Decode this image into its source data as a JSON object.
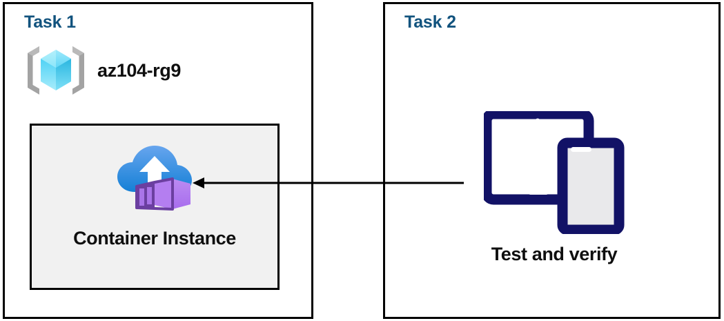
{
  "diagram": {
    "title_color": "#12537e",
    "arrow_color": "#000000",
    "panels": [
      {
        "name": "task-1",
        "title": "Task 1",
        "resource_group": {
          "icon": "azure-resource-group-icon",
          "label": "az104-rg9"
        },
        "resource": {
          "icon": "azure-container-instance-icon",
          "label": "Container Instance",
          "fill": "#f1f1f1"
        }
      },
      {
        "name": "task-2",
        "title": "Task 2",
        "devices": {
          "icon": "tablet-and-phone-icon",
          "label": "Test and verify",
          "color": "#121266"
        }
      }
    ],
    "connector": {
      "name": "arrow-task2-to-container-instance",
      "direction": "right-to-left",
      "head": "arrowhead-left-icon"
    }
  }
}
